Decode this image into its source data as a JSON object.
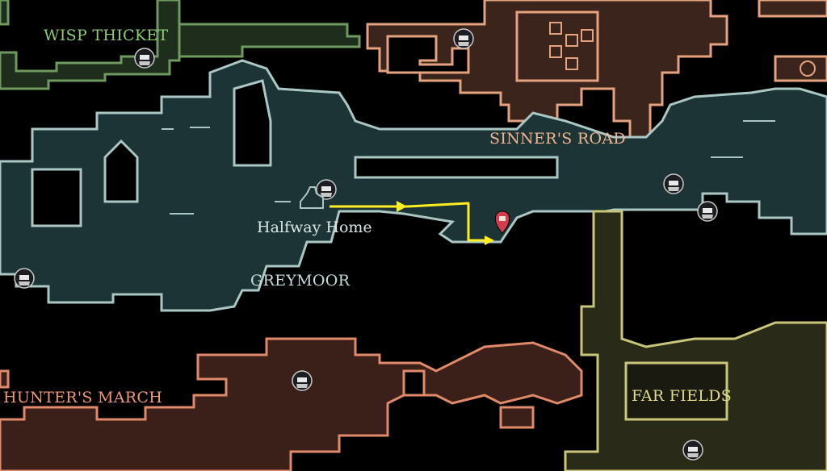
{
  "regions": {
    "wisp_thicket": "WISP THICKET",
    "sinners_road": "SINNER'S ROAD",
    "greymoor": "GREYMOOR",
    "hunters_march": "HUNTER'S MARCH",
    "far_fields": "FAR FIELDS"
  },
  "locations": {
    "halfway_home": "Halfway Home"
  },
  "colors": {
    "greymoor": "#aac7c4",
    "greymoor_fill": "#1c3436",
    "sinners_road": "#e5a27e",
    "sinners_road_fill": "#3a241c",
    "wisp_thicket": "#6f9a5f",
    "wisp_thicket_fill": "#1e2d1c",
    "hunters_march": "#e08a6a",
    "hunters_march_fill": "#3a2018",
    "far_fields": "#c9c57a",
    "far_fields_fill": "#2a2a18",
    "route": "#ffee22",
    "marker": "#d63b4b"
  },
  "icons": {
    "npc": "hooded-npc-icon",
    "destination": "map-pin-icon",
    "route": "route-arrow-icon"
  }
}
